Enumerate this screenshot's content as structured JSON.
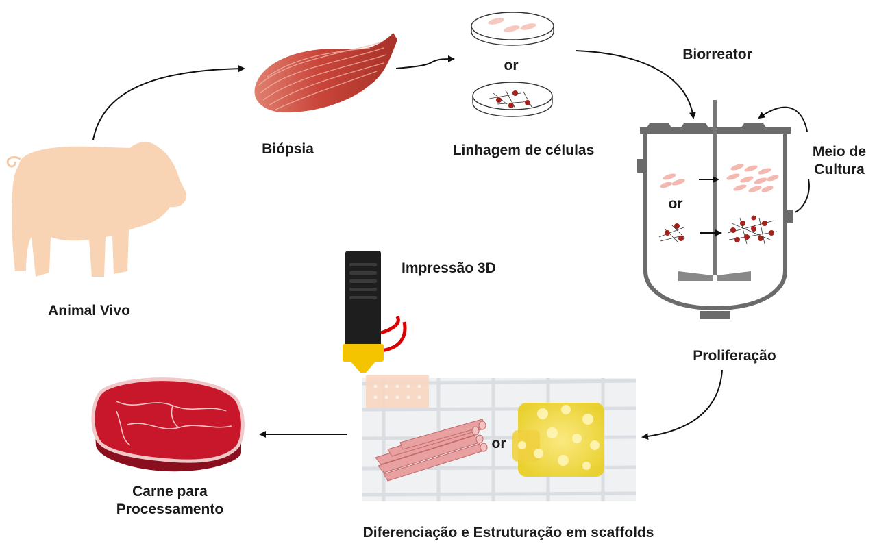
{
  "labels": {
    "animal": "Animal Vivo",
    "biopsy": "Biópsia",
    "cell_lines": "Linhagem de células",
    "or_dishes": "or",
    "bioreactor": "Biorreator",
    "medium_line1": "Meio de",
    "medium_line2": "Cultura",
    "or_reactor": "or",
    "proliferation": "Proliferação",
    "printing": "Impressão 3D",
    "or_scaffold": "or",
    "differentiation": "Diferenciação e Estruturação em scaffolds",
    "meat_line1": "Carne para",
    "meat_line2": "Processamento"
  },
  "colors": {
    "pig": "#f8d4b4",
    "muscle": "#c9453a",
    "meat": "#c8162a",
    "fat": "#f0c8c8",
    "nozzle": "#f5c400",
    "printer": "#1e1e1e",
    "scaffold": "#eef0f2",
    "fiber": "#e8a0a0",
    "adipocyte": "#f3dc3a",
    "arrow": "#111111",
    "tank": "#666666"
  }
}
